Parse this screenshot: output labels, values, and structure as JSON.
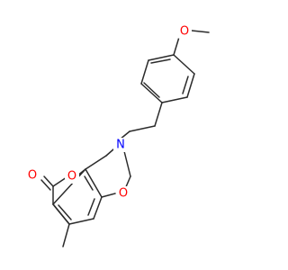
{
  "molecule": {
    "atoms": {
      "methoxy_o": {
        "symbol": "O",
        "color": "#ff0000"
      },
      "ring_n": {
        "symbol": "N",
        "color": "#0000ff"
      },
      "oxazine_o": {
        "symbol": "O",
        "color": "#ff0000"
      },
      "pyranone_o": {
        "symbol": "O",
        "color": "#ff0000"
      },
      "carbonyl_o": {
        "symbol": "O",
        "color": "#ff0000"
      }
    }
  }
}
